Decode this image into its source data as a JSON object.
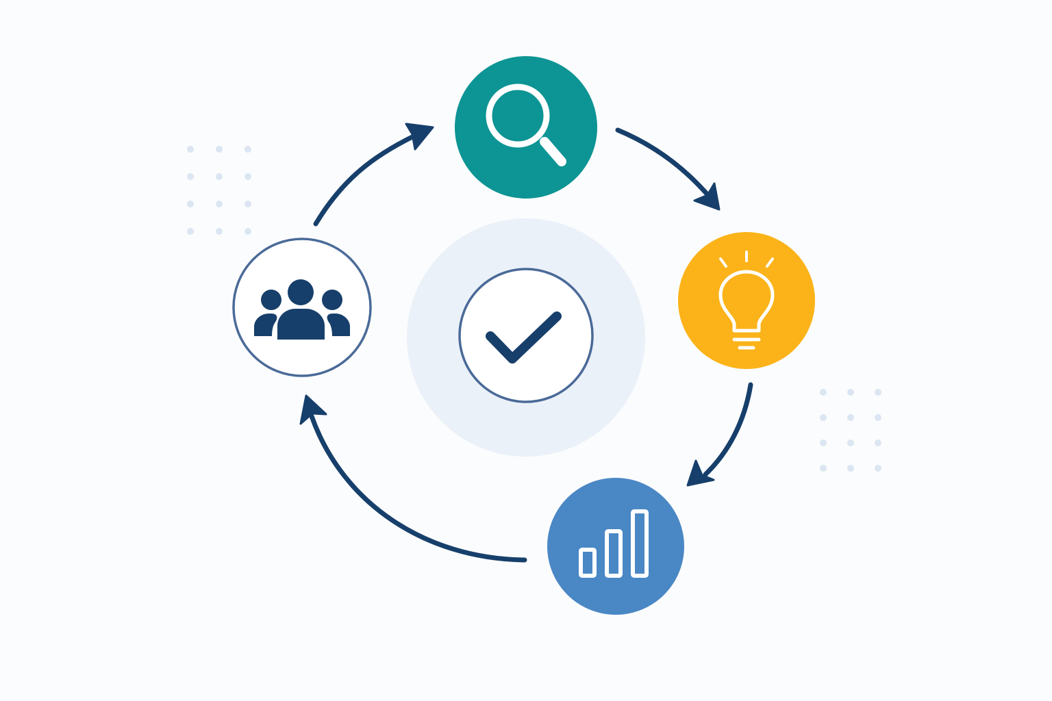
{
  "diagram": {
    "type": "cycle",
    "colors": {
      "background": "#fbfcfd",
      "arrow": "#173f6b",
      "dots": "#dbe6f2",
      "center_halo": "#ebf1f9",
      "center_ring": "#4a6a98",
      "check": "#173f6b",
      "search_fill": "#0d9494",
      "idea_fill": "#fbb319",
      "chart_fill": "#4a87c5",
      "people_ring": "#4a6a98",
      "people_icon": "#173f6b",
      "icon_light": "#ffffff"
    },
    "center": {
      "icon": "check-icon"
    },
    "nodes": [
      {
        "id": "search",
        "icon": "magnifier-icon",
        "style": "filled"
      },
      {
        "id": "idea",
        "icon": "lightbulb-icon",
        "style": "filled"
      },
      {
        "id": "chart",
        "icon": "bar-chart-icon",
        "style": "filled"
      },
      {
        "id": "people",
        "icon": "users-icon",
        "style": "outlined"
      }
    ],
    "flow": [
      {
        "from": "people",
        "to": "search"
      },
      {
        "from": "search",
        "to": "idea"
      },
      {
        "from": "idea",
        "to": "chart"
      },
      {
        "from": "chart",
        "to": "people"
      }
    ]
  }
}
